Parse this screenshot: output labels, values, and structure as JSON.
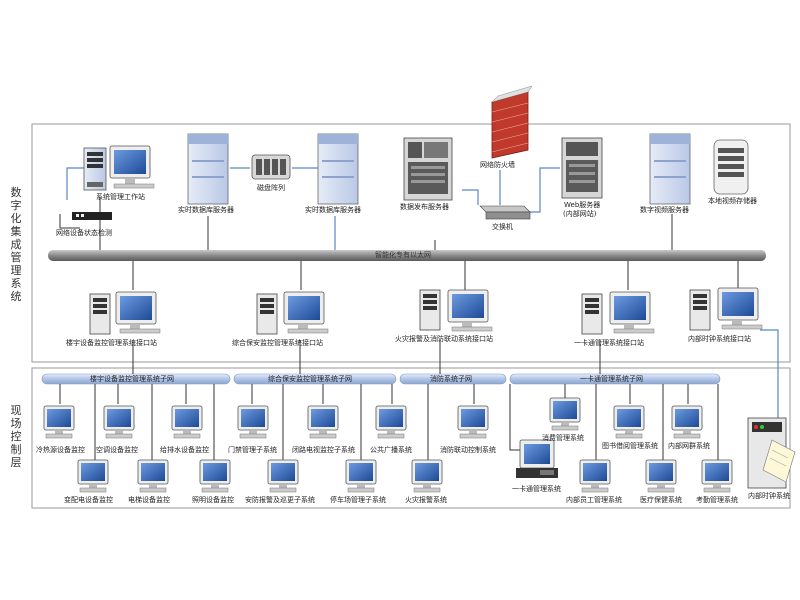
{
  "layers": {
    "top": "数字化集成管理系统",
    "bottom": "现场控制层"
  },
  "backbone_label": "智能化专有以太网",
  "servers": {
    "workstation": "系统管理工作站",
    "rt_db_1": "实时数据库服务器",
    "disk_array": "磁盘阵列",
    "rt_db_2": "实时数据库服务器",
    "data_publish": "数据发布服务器",
    "firewall": "网络防火墙",
    "switch": "交换机",
    "web": "Web服务器",
    "web_sub": "(内部网站)",
    "video_server": "数字视频服务器",
    "video_storage": "本地视频存储器",
    "net_monitor": "网络设备状态检测"
  },
  "interfaces": [
    "楼宇设备监控管理系统接口站",
    "综合保安监控管理系统接口站",
    "火灾报警及消防联动系统接口站",
    "一卡通管理系统接口站",
    "内部时钟系统接口站"
  ],
  "subnets": [
    "楼宇设备监控管理系统子网",
    "综合保安监控管理系统子网",
    "消防系统子网",
    "一卡通管理系统子网"
  ],
  "field": {
    "row1": [
      "冷热源设备监控",
      "空调设备监控",
      "给排水设备监控",
      "门禁管理子系统",
      "闭路电视监控子系统",
      "公共广播系统",
      "消防联动控制系统"
    ],
    "row2": [
      "变配电设备监控",
      "电梯设备监控",
      "照明设备监控",
      "安防报警及巡更子系统",
      "停车场管理子系统",
      "火灾报警系统"
    ],
    "card_row1": [
      "消费管理系统",
      "图书借阅管理系统",
      "内部网群系统"
    ],
    "card_terminal": "一卡通管理系统",
    "card_row2": [
      "内部员工管理系统",
      "医疗保健系统",
      "考勤管理系统"
    ],
    "clock": "内部时钟系统"
  },
  "colors": {
    "frame": "#9a9a9a",
    "bus_dark": "#7d7d7d",
    "bus_sub": "#b8c8e8",
    "monitor_screen": "#2f5fae",
    "link": "#5b87c9",
    "firewall": "#c0392b"
  }
}
